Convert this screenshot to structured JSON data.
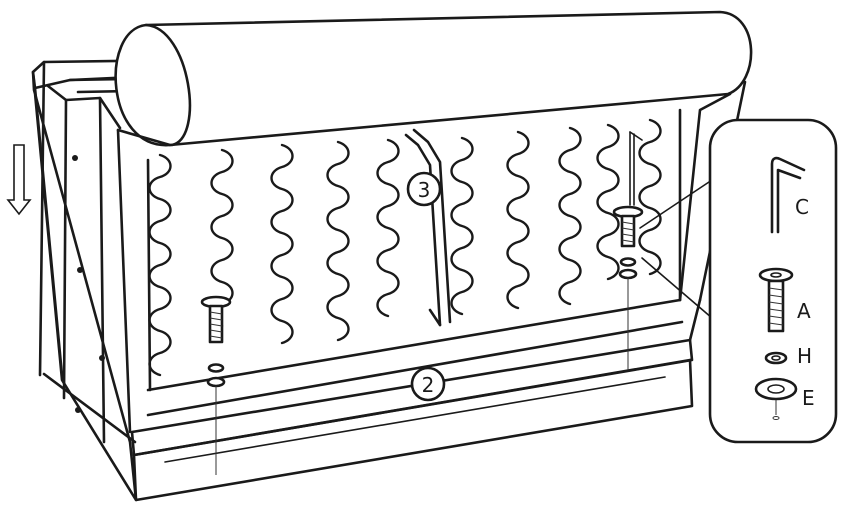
{
  "callouts": {
    "front_rail": "2",
    "seat_support": "3"
  },
  "parts": {
    "allen_key": "C",
    "bolt": "A",
    "lock_washer": "H",
    "flat_washer": "E"
  }
}
